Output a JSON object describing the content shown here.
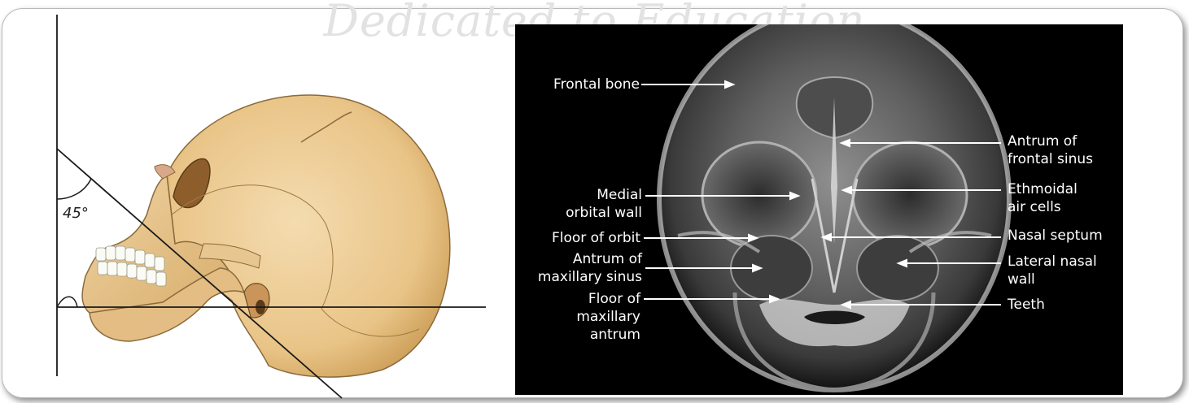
{
  "watermark": "Dedicated to Education",
  "lateral_view": {
    "angle_label": "45°"
  },
  "xray": {
    "left_labels": [
      {
        "text": "Frontal bone"
      },
      {
        "text": "Medial\norbital wall"
      },
      {
        "text": "Floor of orbit"
      },
      {
        "text": "Antrum of\nmaxillary sinus"
      },
      {
        "text": "Floor of\nmaxillary\nantrum"
      }
    ],
    "right_labels": [
      {
        "text": "Antrum of\nfrontal sinus"
      },
      {
        "text": "Ethmoidal\nair cells"
      },
      {
        "text": "Nasal septum"
      },
      {
        "text": "Lateral nasal\nwall"
      },
      {
        "text": "Teeth"
      }
    ]
  }
}
